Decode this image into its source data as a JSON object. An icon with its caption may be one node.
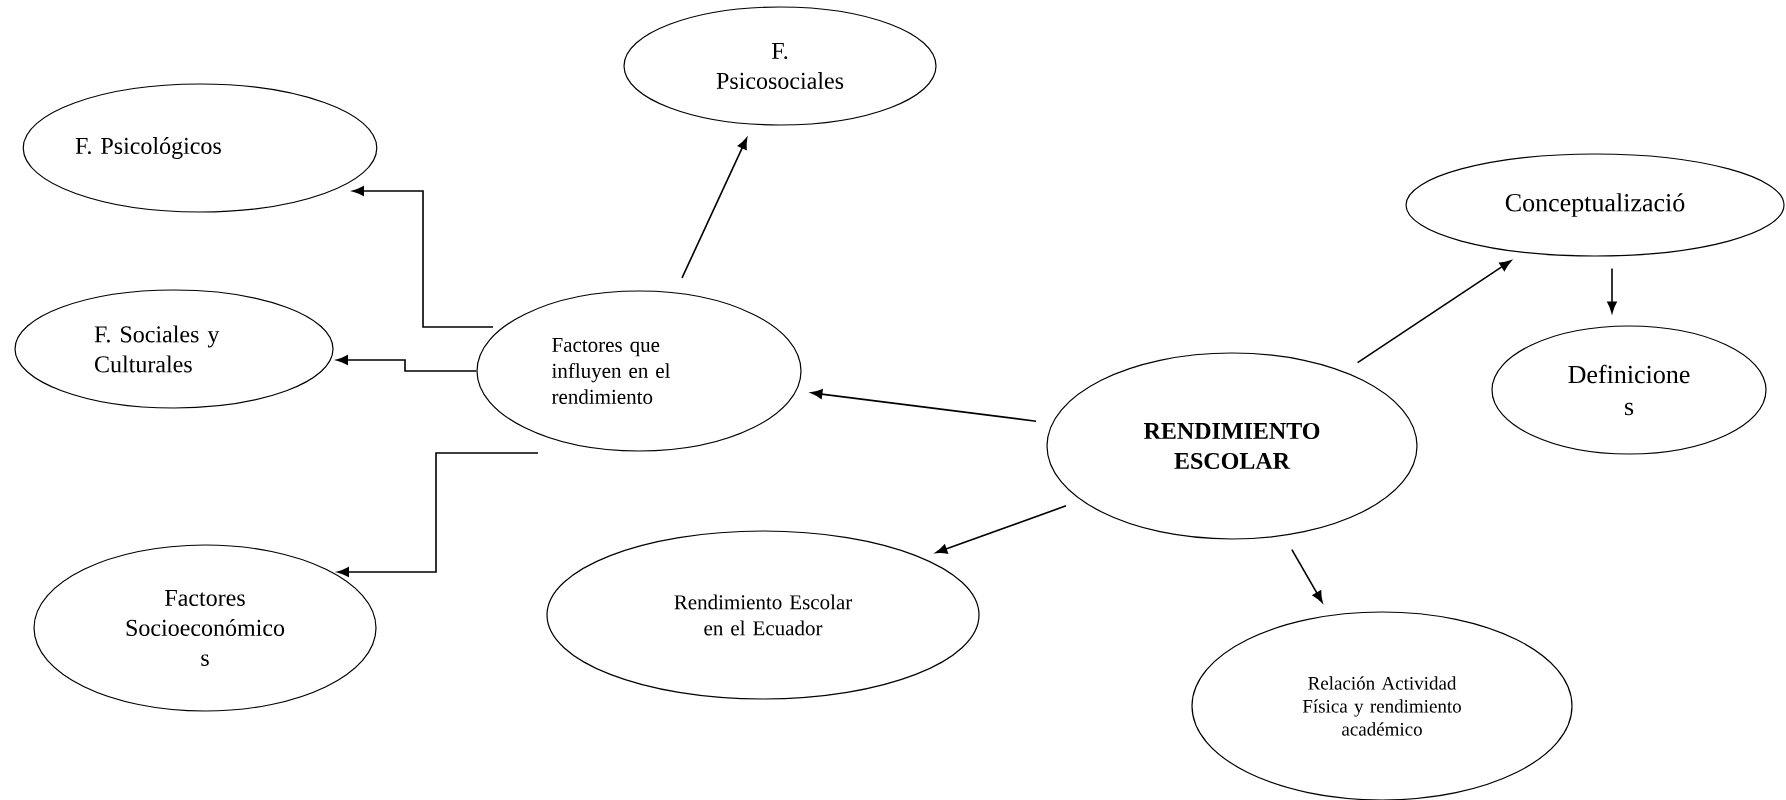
{
  "diagram": {
    "nodes": [
      {
        "text": [
          "RENDIMIENTO ESCOLAR"
        ]
      },
      {
        "text": [
          "Factores que influyen en el rendimiento"
        ]
      },
      {
        "text": [
          "F. Psicosociales"
        ]
      },
      {
        "text": [
          "F. Psicológicos"
        ]
      },
      {
        "text": [
          "F. Sociales y Culturales"
        ]
      },
      {
        "text": [
          "Factores Socioeconómico s"
        ]
      },
      {
        "text": [
          "Rendimiento Escolar en el Ecuador"
        ]
      },
      {
        "text": [
          "Conceptualizació"
        ]
      },
      {
        "text": [
          "Definicione s"
        ]
      },
      {
        "text": [
          "Relación Actividad Física y rendimiento académico"
        ]
      }
    ],
    "edges": [
      {
        "from": 0,
        "to": 1,
        "arrow": "to"
      },
      {
        "from": 1,
        "to": 2,
        "arrow": "to"
      },
      {
        "from": 1,
        "to": 3,
        "arrow": "to"
      },
      {
        "from": 1,
        "to": 4,
        "arrow": "to"
      },
      {
        "from": 1,
        "to": 5,
        "arrow": "to"
      },
      {
        "from": 0,
        "to": 6,
        "arrow": "to"
      },
      {
        "from": 0,
        "to": 7,
        "arrow": "to"
      },
      {
        "from": 7,
        "to": 8,
        "arrow": "to"
      },
      {
        "from": 0,
        "to": 9,
        "arrow": "to"
      }
    ]
  }
}
